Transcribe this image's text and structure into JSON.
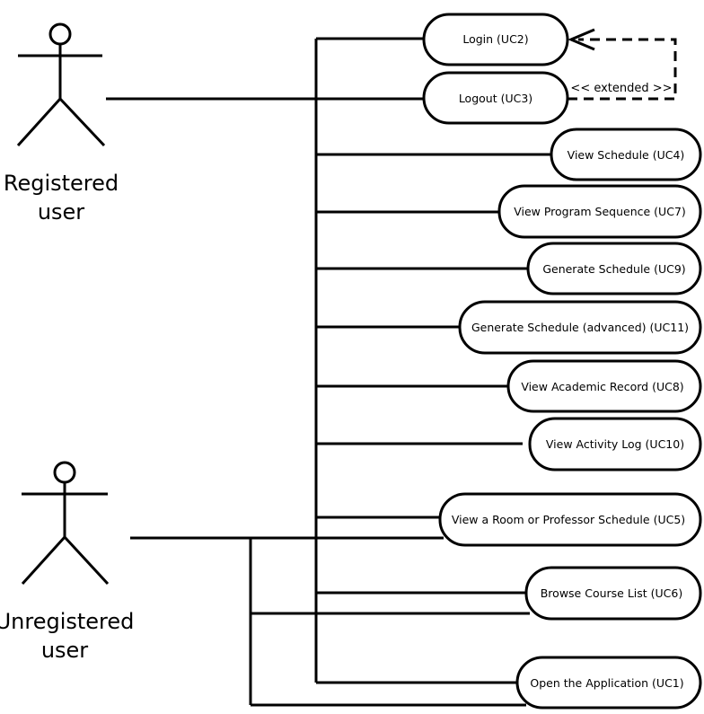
{
  "actors": {
    "registered": {
      "line1": "Registered",
      "line2": "user"
    },
    "unregistered": {
      "line1": "Unregistered",
      "line2": "user"
    }
  },
  "use_cases": [
    {
      "id": "uc2",
      "label": "Login (UC2)"
    },
    {
      "id": "uc3",
      "label": "Logout (UC3)"
    },
    {
      "id": "uc4",
      "label": "View Schedule (UC4)"
    },
    {
      "id": "uc7",
      "label": "View Program Sequence (UC7)"
    },
    {
      "id": "uc9",
      "label": "Generate Schedule (UC9)"
    },
    {
      "id": "uc11",
      "label": "Generate Schedule (advanced) (UC11)"
    },
    {
      "id": "uc8",
      "label": "View Academic Record (UC8)"
    },
    {
      "id": "uc10",
      "label": "View Activity Log (UC10)"
    },
    {
      "id": "uc5",
      "label": "View a Room or Professor Schedule (UC5)"
    },
    {
      "id": "uc6",
      "label": "Browse Course List (UC6)"
    },
    {
      "id": "uc1",
      "label": "Open the Application (UC1)"
    }
  ],
  "relations": {
    "extend_label": "<< extended >>"
  }
}
